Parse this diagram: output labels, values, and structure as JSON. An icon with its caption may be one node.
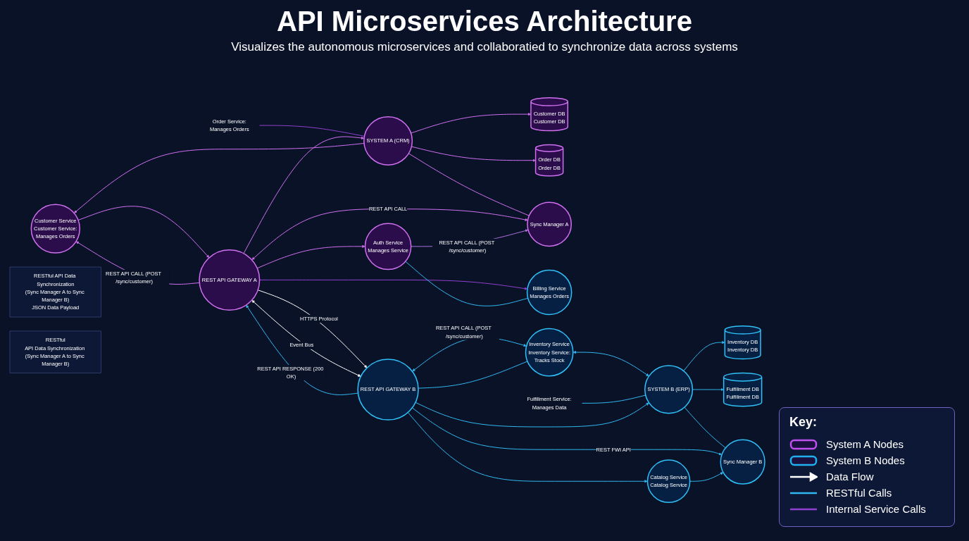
{
  "diagram": {
    "title": "API Microservices Architecture",
    "caption": "Visualizes the autonomous microservices and collaboratied to synchronize data across systems",
    "nodes": [
      {
        "text": [
          "Customer Service",
          "Customer Service:",
          "Manages Orders"
        ]
      },
      {
        "text": [
          "Order Service:",
          "Manages Orders"
        ]
      },
      {
        "text": [
          "SYSTEM A (CRM)"
        ]
      },
      {
        "text": [
          "Customer DB",
          "Customer DB"
        ]
      },
      {
        "text": [
          "Order DB",
          "Order DB"
        ]
      },
      {
        "text": [
          "REST API GATEWAY A"
        ]
      },
      {
        "text": [
          "Sync Manager A"
        ]
      },
      {
        "text": [
          "Auth Service",
          "Manages Service"
        ]
      },
      {
        "text": [
          "Billing Service",
          "Manages Orders"
        ]
      },
      {
        "text": [
          "Catalog Service",
          "Catalog Service"
        ]
      },
      {
        "text": [
          "REST API GATEWAY B"
        ]
      },
      {
        "text": [
          "Inventory Service",
          "Inventory Service:",
          "Tracks Stock"
        ]
      },
      {
        "text": [
          "Fulfillment Service:",
          "Manages Data"
        ]
      },
      {
        "text": [
          "SYSTEM B (ERP)"
        ]
      },
      {
        "text": [
          "Inventory DB",
          "Inventory DB"
        ]
      },
      {
        "text": [
          "Fulfillment DB",
          "Fulfillment DB"
        ]
      },
      {
        "text": [
          "Sync Manager B"
        ]
      },
      {
        "text": [
          "RESTful API Data Synchronization",
          "(Sync Manager A to Sync Manager B)",
          "JSON Data Payload"
        ]
      },
      {
        "text": [
          "RESTful",
          "API Data Synchronization (Sync Manager A to Sync Manager B)"
        ]
      }
    ],
    "edges": [
      {
        "from": 0,
        "to": 5,
        "arrow": "to",
        "color": "#d070f0"
      },
      {
        "from": 5,
        "to": 0,
        "arrow": "to",
        "label": "REST API CALL (POST /sync/customer)",
        "color": "#d070f0"
      },
      {
        "from": 2,
        "to": 0,
        "arrow": "to",
        "color": "#d070f0"
      },
      {
        "from": 1,
        "to": 2,
        "arrow": "none",
        "color": "#9040d0"
      },
      {
        "from": 5,
        "to": 2,
        "arrow": "to",
        "color": "#d070f0"
      },
      {
        "from": 2,
        "to": 3,
        "arrow": "to",
        "color": "#d070f0"
      },
      {
        "from": 2,
        "to": 4,
        "arrow": "to",
        "color": "#d070f0"
      },
      {
        "from": 2,
        "to": 6,
        "arrow": "none",
        "color": "#d070f0"
      },
      {
        "from": 5,
        "to": 6,
        "arrow": "both",
        "label": "REST API CALL",
        "color": "#d070f0"
      },
      {
        "from": 7,
        "to": 6,
        "arrow": "to",
        "label": "REST API CALL (POST /sync/customer)",
        "color": "#b070e0"
      },
      {
        "from": 5,
        "to": 7,
        "arrow": "to",
        "color": "#d070f0"
      },
      {
        "from": 5,
        "to": 8,
        "arrow": "to",
        "color": "#9040d0"
      },
      {
        "from": 7,
        "to": 8,
        "arrow": "none",
        "color": "#30b8f0"
      },
      {
        "from": 5,
        "to": 10,
        "arrow": "to",
        "label": "HTTPS Protocol",
        "color": "#ffffff"
      },
      {
        "from": 10,
        "to": 5,
        "arrow": "to",
        "label": "REST API RESPONSE (200 OK)",
        "color": "#30b8f0"
      },
      {
        "from": 5,
        "to": 10,
        "arrow": "both",
        "label": "Event Bus",
        "color": "#ffffff"
      },
      {
        "from": 11,
        "to": 10,
        "arrow": "none",
        "color": "#30b8f0"
      },
      {
        "from": 10,
        "to": 11,
        "arrow": "both",
        "label": "REST API CALL (POST /sync/customer)",
        "color": "#30b8f0"
      },
      {
        "from": 11,
        "to": 13,
        "arrow": "both",
        "color": "#30b8f0"
      },
      {
        "from": 12,
        "to": 13,
        "arrow": "none",
        "color": "#30b8f0"
      },
      {
        "from": 10,
        "to": 13,
        "arrow": "to",
        "color": "#30b8f0"
      },
      {
        "from": 13,
        "to": 14,
        "arrow": "to",
        "color": "#30b8f0"
      },
      {
        "from": 13,
        "to": 15,
        "arrow": "to",
        "color": "#30b8f0"
      },
      {
        "from": 13,
        "to": 16,
        "arrow": "none",
        "color": "#30b8f0"
      },
      {
        "from": 10,
        "to": 16,
        "arrow": "to",
        "label": "REST FWI API",
        "color": "#30b8f0"
      },
      {
        "from": 10,
        "to": 9,
        "arrow": "to",
        "color": "#30b8f0"
      },
      {
        "from": 9,
        "to": 16,
        "arrow": "to",
        "color": "#30b8f0"
      }
    ],
    "labels": [
      "Key:"
    ],
    "legend": [
      {
        "text": "System A Nodes",
        "color": "#c050f0"
      },
      {
        "text": "System B Nodes",
        "color": "#20b0f0"
      },
      {
        "text": "Data Flow"
      },
      {
        "text": "RESTful Calls"
      },
      {
        "text": "Internal Service Calls"
      }
    ]
  }
}
